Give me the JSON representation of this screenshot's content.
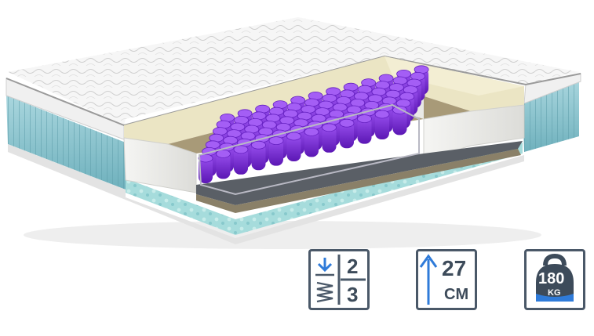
{
  "product_image": {
    "subject": "mattress-cutaway",
    "colors": {
      "quilted_top": "#f4f4f4",
      "side_fabric": "#8fc6cf",
      "foam_white": "#f7f7f5",
      "latex_layer": "#ebe5c4",
      "felt_layer": "#5a5f66",
      "coconut_layer": "#a89a78",
      "springs": "#7a2ad6",
      "base_foam": "#9fd6d6"
    }
  },
  "badges": {
    "firmness": {
      "icon": "firmness-spring-icon",
      "top": "2",
      "bottom": "3"
    },
    "height": {
      "icon": "height-arrow-icon",
      "value": "27",
      "unit": "CM"
    },
    "load": {
      "icon": "kettlebell-weight-icon",
      "value": "180",
      "unit": "KG"
    }
  }
}
